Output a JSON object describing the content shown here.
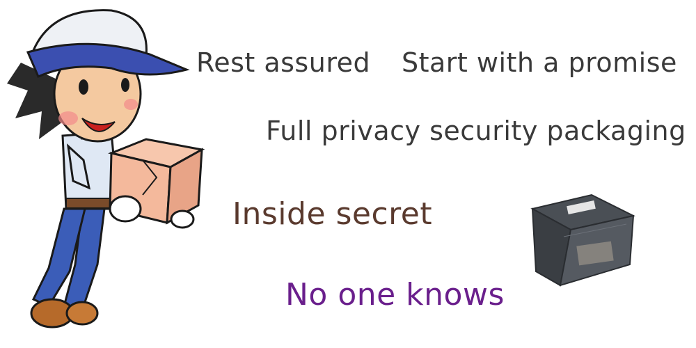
{
  "headline": {
    "rest_assured": "Rest assured",
    "promise": "Start with a promise",
    "packaging": "Full privacy security packaging",
    "inside_secret": "Inside secret",
    "no_one_knows": "No one knows"
  },
  "colors": {
    "dark_text": "#3a3a3a",
    "brown_text": "#5a3a2e",
    "purple_text": "#6a1f8c"
  },
  "icons": {
    "courier": "delivery-courier-illustration",
    "box": "cardboard-box-icon",
    "package": "dark-sealed-package-photo"
  }
}
